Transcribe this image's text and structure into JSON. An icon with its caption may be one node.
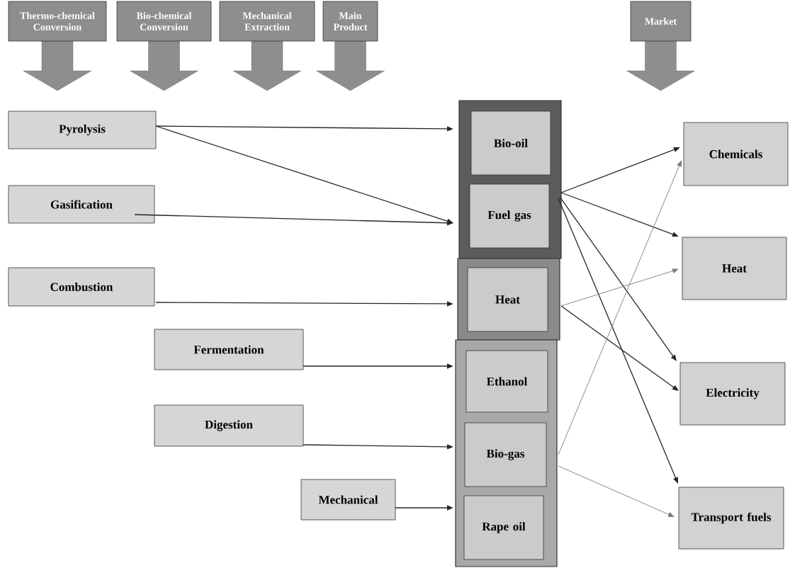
{
  "diagram": {
    "nodes": [
      {
        "text": [
          "Thermo-chemical Conversion"
        ]
      },
      {
        "text": [
          "Bio-chemical Conversion"
        ]
      },
      {
        "text": [
          "Mechanical Extraction"
        ]
      },
      {
        "text": [
          "Main Product"
        ]
      },
      {
        "text": [
          "Market"
        ]
      },
      {
        "text": [
          "Pyrolysis"
        ]
      },
      {
        "text": [
          "Gasification"
        ]
      },
      {
        "text": [
          "Combustion"
        ]
      },
      {
        "text": [
          "Fermentation"
        ]
      },
      {
        "text": [
          "Digestion"
        ]
      },
      {
        "text": [
          "Mechanical"
        ]
      },
      {
        "text": [],
        "shape": "box"
      },
      {
        "text": [
          "Bio-oil"
        ],
        "in": 11
      },
      {
        "text": [
          "Fuel gas"
        ],
        "in": 11
      },
      {
        "text": [],
        "shape": "box"
      },
      {
        "text": [
          "Heat"
        ],
        "in": 14
      },
      {
        "text": [],
        "shape": "box"
      },
      {
        "text": [
          "Ethanol"
        ],
        "in": 16
      },
      {
        "text": [
          "Bio-gas"
        ],
        "in": 16
      },
      {
        "text": [
          "Rape oil"
        ],
        "in": 16
      },
      {
        "text": [
          "Chemicals"
        ]
      },
      {
        "text": [
          "Heat"
        ]
      },
      {
        "text": [
          "Electricity"
        ]
      },
      {
        "text": [
          "Transport fuels"
        ]
      }
    ],
    "edges": [
      {
        "from": 5,
        "to": 12,
        "arrow": "to"
      },
      {
        "from": 5,
        "to": 13,
        "arrow": "to"
      },
      {
        "from": 6,
        "to": 13,
        "arrow": "to"
      },
      {
        "from": 7,
        "to": 15,
        "arrow": "to"
      },
      {
        "from": 8,
        "to": 17,
        "arrow": "to"
      },
      {
        "from": 9,
        "to": 18,
        "arrow": "to"
      },
      {
        "from": 10,
        "to": 19,
        "arrow": "to"
      },
      {
        "from": 13,
        "to": 20,
        "arrow": "to"
      },
      {
        "from": 13,
        "to": 21,
        "arrow": "to"
      },
      {
        "from": 13,
        "to": 22,
        "arrow": "to"
      },
      {
        "from": 13,
        "to": 23,
        "arrow": "to"
      },
      {
        "from": 15,
        "to": 21,
        "arrow": "to",
        "color": "#7a7a7a"
      },
      {
        "from": 15,
        "to": 22,
        "arrow": "to"
      },
      {
        "from": 18,
        "to": 20,
        "arrow": "to",
        "color": "#7a7a7a"
      },
      {
        "from": 18,
        "to": 23,
        "arrow": "to",
        "color": "#7a7a7a"
      }
    ]
  }
}
